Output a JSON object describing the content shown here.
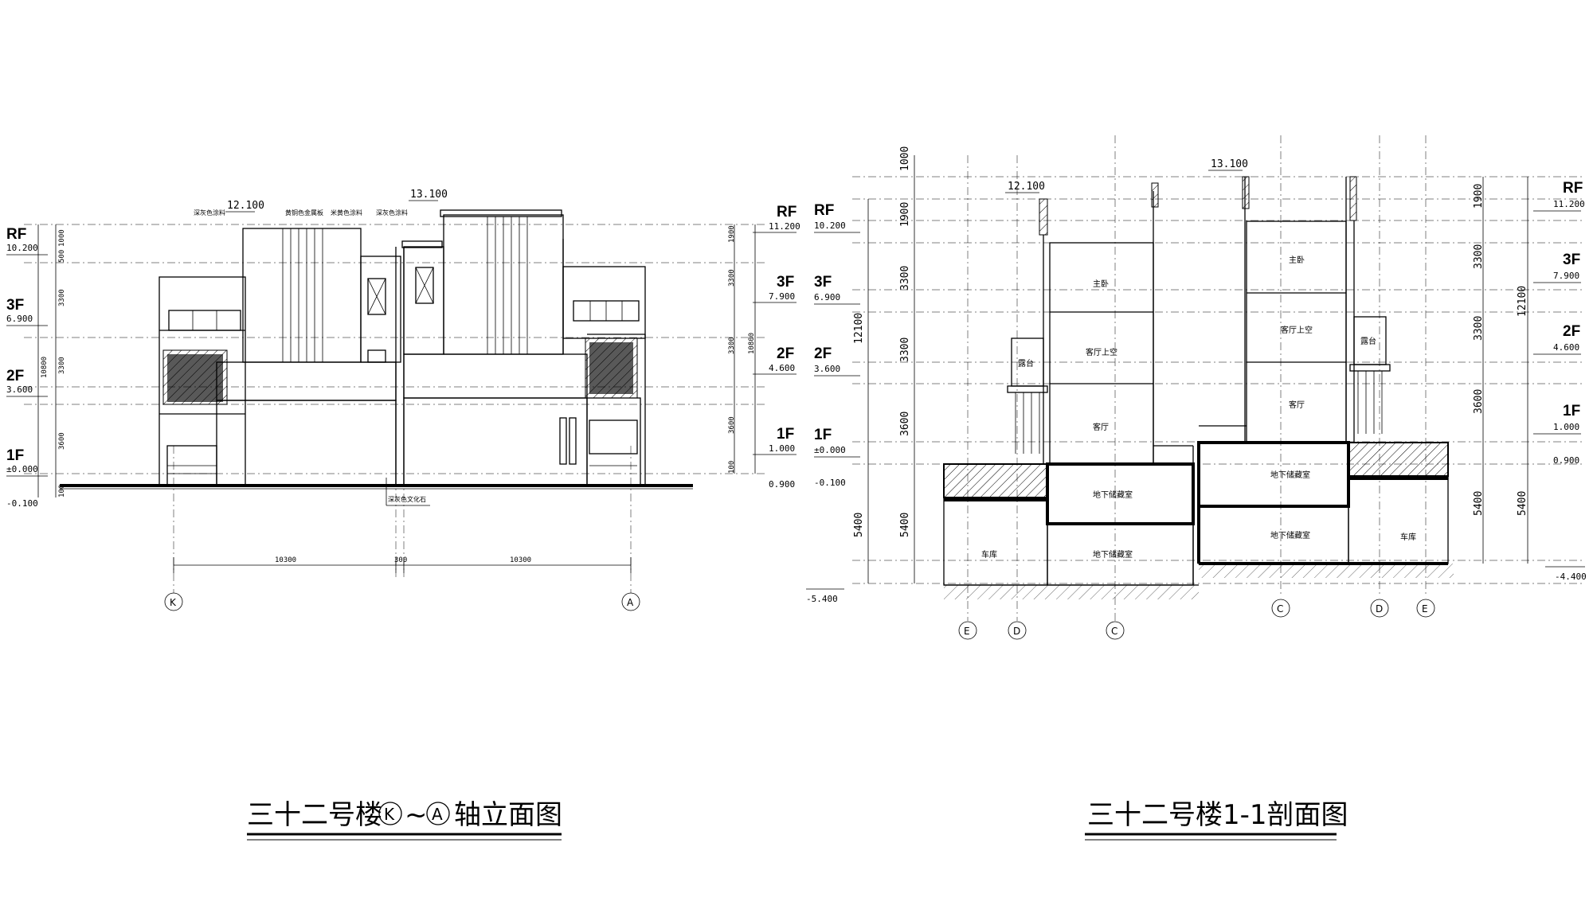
{
  "titles": {
    "elevation_prefix": "三十二号楼",
    "elevation_axis_from": "K",
    "elevation_sep": "~",
    "elevation_axis_to": "A",
    "elevation_suffix": "轴立面图",
    "section": "三十二号楼1-1剖面图"
  },
  "elevation": {
    "levels_left": [
      {
        "name": "RF",
        "elev": "10.200"
      },
      {
        "name": "3F",
        "elev": "6.900"
      },
      {
        "name": "2F",
        "elev": "3.600"
      },
      {
        "name": "1F",
        "elev": "±0.000"
      }
    ],
    "ground_left": "-0.100",
    "levels_right": [
      {
        "name": "RF",
        "elev": "11.200"
      },
      {
        "name": "3F",
        "elev": "7.900"
      },
      {
        "name": "2F",
        "elev": "4.600"
      },
      {
        "name": "1F",
        "elev": "1.000"
      }
    ],
    "ground_right": "0.900",
    "top_left": "12.100",
    "top_right": "13.100",
    "dims_bottom": [
      "10300",
      "300",
      "10300"
    ],
    "dims_left": [
      "1000",
      "500",
      "3300",
      "3300",
      "3600",
      "10800",
      "100"
    ],
    "dims_right": [
      "1900",
      "3300",
      "3300",
      "3600",
      "10800",
      "100"
    ],
    "notes": [
      "深灰色涂料",
      "黄铜色金属板",
      "米黄色涂料",
      "深灰色涂料",
      "深灰色文化石"
    ],
    "axes": [
      "K",
      "A"
    ]
  },
  "section": {
    "levels_left": [
      {
        "name": "RF",
        "elev": "10.200"
      },
      {
        "name": "3F",
        "elev": "6.900"
      },
      {
        "name": "2F",
        "elev": "3.600"
      },
      {
        "name": "1F",
        "elev": "±0.000"
      }
    ],
    "ground_left": "-0.100",
    "base_left": "-5.400",
    "levels_right": [
      {
        "name": "RF",
        "elev": "11.200"
      },
      {
        "name": "3F",
        "elev": "7.900"
      },
      {
        "name": "2F",
        "elev": "4.600"
      },
      {
        "name": "1F",
        "elev": "1.000"
      }
    ],
    "ground_right": "0.900",
    "base_right": "-4.400",
    "top_left": "12.100",
    "top_right": "13.100",
    "dims_left": [
      "1000",
      "1900",
      "3300",
      "3300",
      "3600",
      "12100",
      "5400",
      "5400"
    ],
    "dims_right": [
      "1900",
      "3300",
      "3300",
      "3600",
      "12100",
      "5400",
      "5400"
    ],
    "rooms_left": [
      "主卧",
      "客厅上空",
      "客厅",
      "露台",
      "地下储藏室",
      "地下储藏室",
      "车库"
    ],
    "rooms_right": [
      "主卧",
      "客厅上空",
      "客厅",
      "露台",
      "地下储藏室",
      "地下储藏室",
      "车库"
    ],
    "axes_left": [
      "E",
      "D",
      "C"
    ],
    "axes_right": [
      "C",
      "D",
      "E"
    ]
  }
}
